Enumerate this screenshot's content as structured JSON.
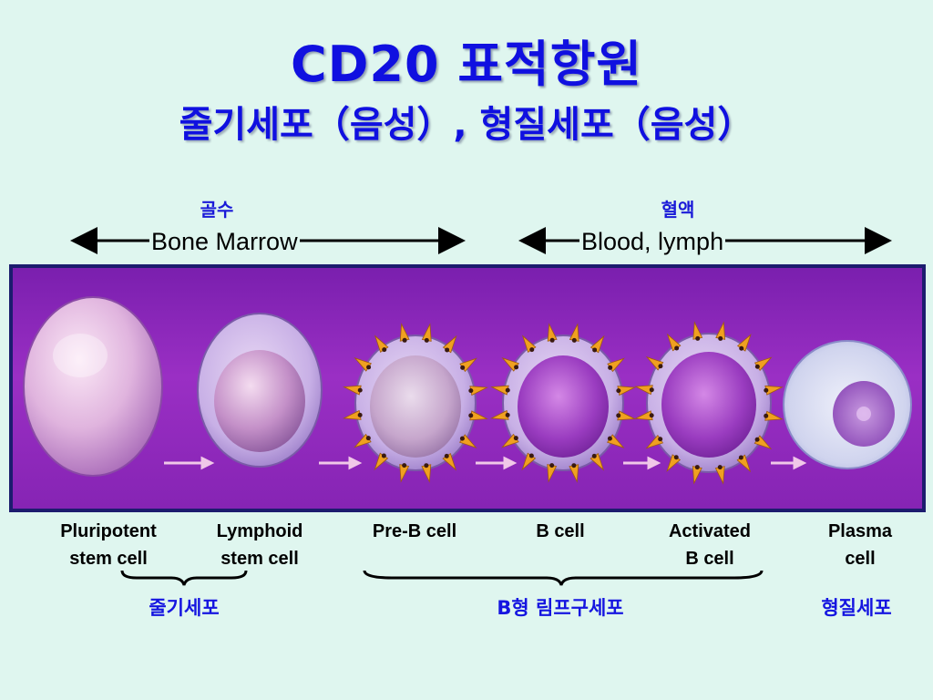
{
  "title": "CD20  표적항원",
  "subtitle": "줄기세포（음성）, 형질세포（음성）",
  "regions": [
    {
      "korean": "골수",
      "english": "Bone Marrow"
    },
    {
      "korean": "혈액",
      "english": "Blood, lymph"
    }
  ],
  "cells": [
    {
      "line1": "Pluripotent",
      "line2": "stem cell"
    },
    {
      "line1": "Lymphoid",
      "line2": "stem cell"
    },
    {
      "line1": "Pre-B cell",
      "line2": ""
    },
    {
      "line1": "B cell",
      "line2": ""
    },
    {
      "line1": "Activated",
      "line2": "B cell"
    },
    {
      "line1": "Plasma",
      "line2": "cell"
    }
  ],
  "groups": [
    {
      "label": "줄기세포"
    },
    {
      "label": "B형  림프구세포"
    },
    {
      "label": "형질세포"
    }
  ],
  "colors": {
    "title": "#1010e0",
    "panel": "#8624b4",
    "receptor": "#f0a020"
  }
}
